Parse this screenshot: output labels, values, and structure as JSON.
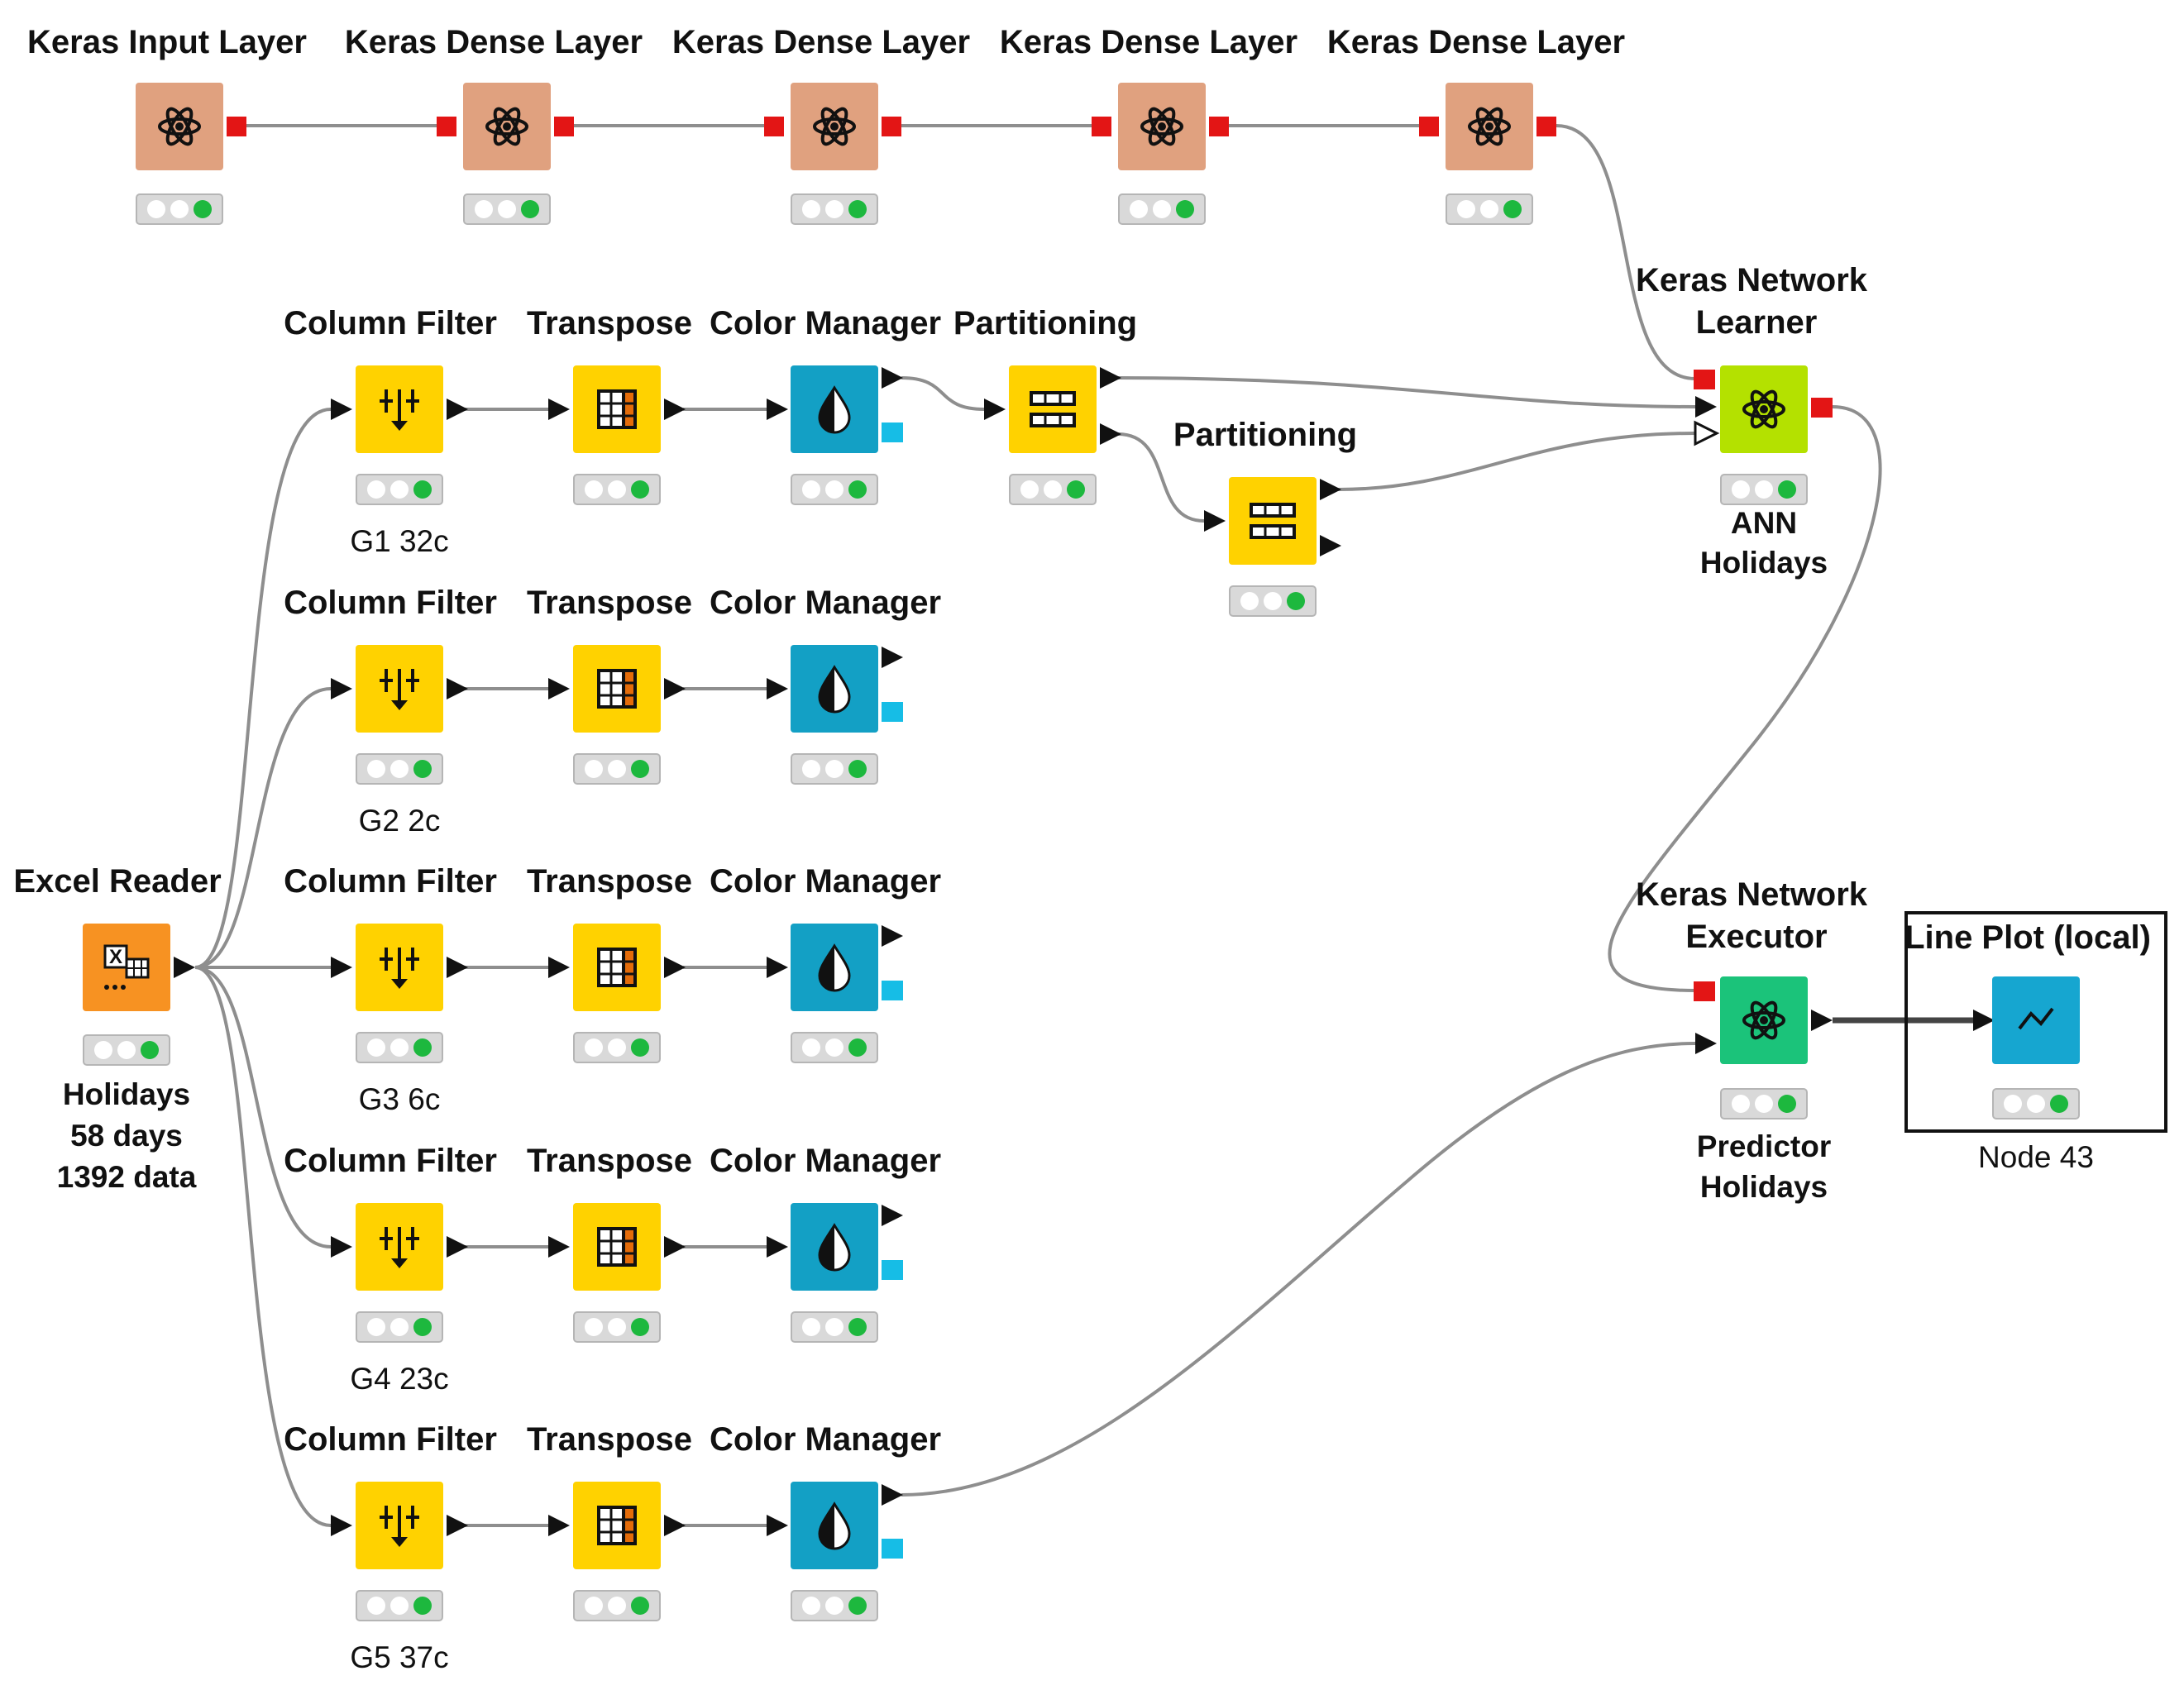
{
  "nodes": {
    "keras_input": {
      "title": "Keras Input Layer"
    },
    "dense1": {
      "title": "Keras Dense Layer"
    },
    "dense2": {
      "title": "Keras Dense Layer"
    },
    "dense3": {
      "title": "Keras Dense Layer"
    },
    "dense4": {
      "title": "Keras Dense Layer"
    },
    "learner": {
      "title_line1": "Keras Network",
      "title_line2": "Learner",
      "anno_line1": "ANN",
      "anno_line2": "Holidays"
    },
    "executor": {
      "title_line1": "Keras Network",
      "title_line2": "Executor",
      "anno_line1": "Predictor",
      "anno_line2": "Holidays"
    },
    "line_plot": {
      "title": "Line Plot (local)",
      "anno": "Node 43"
    },
    "partitioning1": {
      "title": "Partitioning"
    },
    "partitioning2": {
      "title": "Partitioning"
    },
    "excel_reader": {
      "title": "Excel Reader",
      "anno_line1": "Holidays",
      "anno_line2": "58 days",
      "anno_line3": "1392 data"
    }
  },
  "rows": [
    {
      "filter": "Column Filter",
      "transpose": "Transpose",
      "color": "Color Manager",
      "anno": "G1 32c"
    },
    {
      "filter": "Column Filter",
      "transpose": "Transpose",
      "color": "Color Manager",
      "anno": "G2 2c"
    },
    {
      "filter": "Column Filter",
      "transpose": "Transpose",
      "color": "Color Manager",
      "anno": "G3 6c"
    },
    {
      "filter": "Column Filter",
      "transpose": "Transpose",
      "color": "Color Manager",
      "anno": "G4 23c"
    },
    {
      "filter": "Column Filter",
      "transpose": "Transpose",
      "color": "Color Manager",
      "anno": "G5 37c"
    }
  ],
  "colors": {
    "keras_layer": "#e0a17f",
    "manipulator": "#ffd200",
    "color_manager": "#13a0c5",
    "learner": "#b4e100",
    "executor": "#1bc37a",
    "excel_reader": "#f79222",
    "line_plot": "#16a6d0",
    "port_red": "#e31515",
    "status_green": "#1db83e"
  },
  "icons": {
    "keras": "atom-icon",
    "column_filter": "filter-arrows-icon",
    "transpose": "grid-icon",
    "color_manager": "drop-icon",
    "partitioning": "partition-icon",
    "excel_reader": "excel-table-icon",
    "line_plot": "line-chart-icon"
  }
}
